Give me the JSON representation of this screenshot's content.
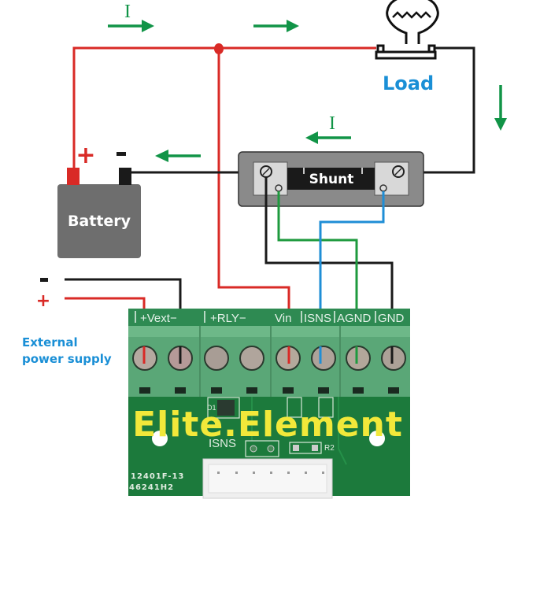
{
  "diagram": {
    "current_label": "I",
    "load_label": "Load",
    "battery_label": "Battery",
    "battery_plus": "+",
    "battery_minus": "-",
    "shunt_label": "Shunt",
    "external_supply": {
      "line1": "External",
      "line2": "power supply",
      "minus": "-",
      "plus": "+"
    },
    "terminals": {
      "vext": "+Vext−",
      "rly": "+RLY−",
      "vin": "Vin",
      "isns": "ISNS",
      "agnd": "AGND",
      "gnd": "GND"
    },
    "board": {
      "brand": "Elite.Element",
      "silk_isns": "ISNS",
      "silk_d1": "D1",
      "silk_r2": "R2",
      "part_no_1": "12401F-13",
      "part_no_2": "46241H2"
    },
    "colors": {
      "positive_wire": "#d92a26",
      "negative_wire": "#1a1a1a",
      "sense_green": "#1e9a3e",
      "sense_blue": "#1f8ed6",
      "arrow_green": "#119447",
      "label_blue": "#1a8fd6",
      "pcb": "#1c7a3c",
      "terminal_block": "#5aa777",
      "brand_yellow": "#f2e83a"
    }
  }
}
